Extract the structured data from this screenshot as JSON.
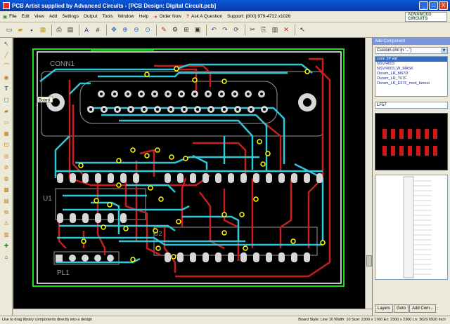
{
  "window": {
    "title": "PCB Artist supplied by Advanced Circuits - [PCB Design: Digital Circuit.pcb]",
    "controls": [
      "_",
      "□",
      "X"
    ]
  },
  "menu": {
    "items": [
      "File",
      "Edit",
      "View",
      "Add",
      "Settings",
      "Output",
      "Tools",
      "Window",
      "Help"
    ],
    "order_now": "Order Now",
    "ask_question": "Ask A Question",
    "support": "Support: (800) 979-4722 x1026",
    "brand_badge": "ADVANCED CIRCUITS"
  },
  "board": {
    "labels": {
      "conn1": "CONN1",
      "u1": "U1",
      "u2": "U2",
      "pl1": "PL1",
      "tooltip": "Board"
    },
    "colors": {
      "background": "#000000",
      "outline": "#ffffff",
      "copper_bottom": "#c81e1e",
      "copper_top": "#2ec8d8",
      "silkscreen": "#9a9a9a",
      "keepout": "#18e018",
      "pads": "#d8d8d8",
      "vias": "#ffff00"
    }
  },
  "right_panel": {
    "title": "Add Component",
    "library_value": "Custom.cml  [n '...']",
    "components": [
      "conn 2P std",
      "NSV/4003",
      "NSV/4003_W_MASK",
      "Osram_LR_M67D",
      "Osram_LR_T67F",
      "Osram_LR_E67F_mod_fanout"
    ],
    "selected_index": 0,
    "search_value": "LF57",
    "tabs": [
      "Layers",
      "Goto",
      "Add Com..."
    ]
  },
  "status": {
    "hint": "Use to drag library components directly into a design",
    "coords": "Board  Style: Line 10  Width: 10  Size: 2300 x 1760  Ex: 2300 x 2300  Ln: 3629  6920  Inch"
  }
}
